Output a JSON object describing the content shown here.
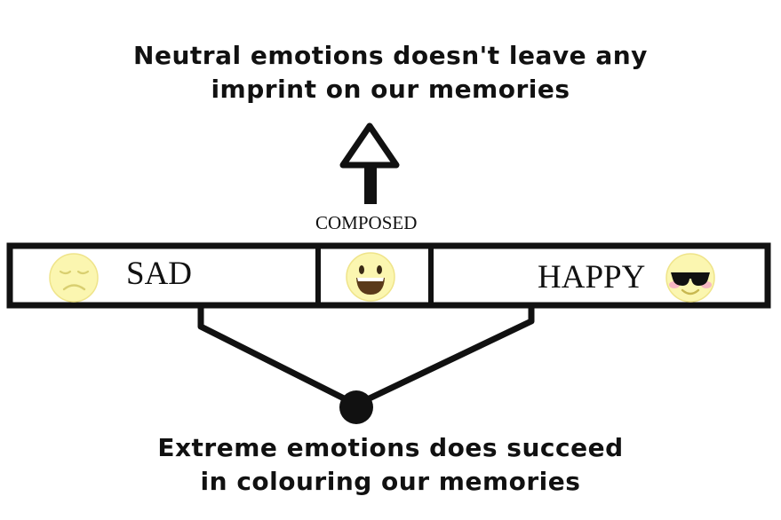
{
  "top_caption": {
    "line1": "Neutral emotions doesn't leave any",
    "line2": "imprint on our memories"
  },
  "scale": {
    "middle_label": "COMPOSED",
    "left_label": "SAD",
    "right_label": "HAPPY"
  },
  "bottom_caption": {
    "line1": "Extreme emotions does succeed",
    "line2": "in colouring our memories"
  },
  "icons": {
    "sad": "sad-face-icon",
    "neutral": "laughing-face-icon",
    "happy": "sunglasses-face-icon"
  },
  "colors": {
    "ink": "#111111",
    "emoji_face": "#fbf6b0",
    "emoji_face_edge": "#efe48a",
    "mouth_brown": "#5a3a1a",
    "cheek_pink": "#f7b7c3"
  }
}
